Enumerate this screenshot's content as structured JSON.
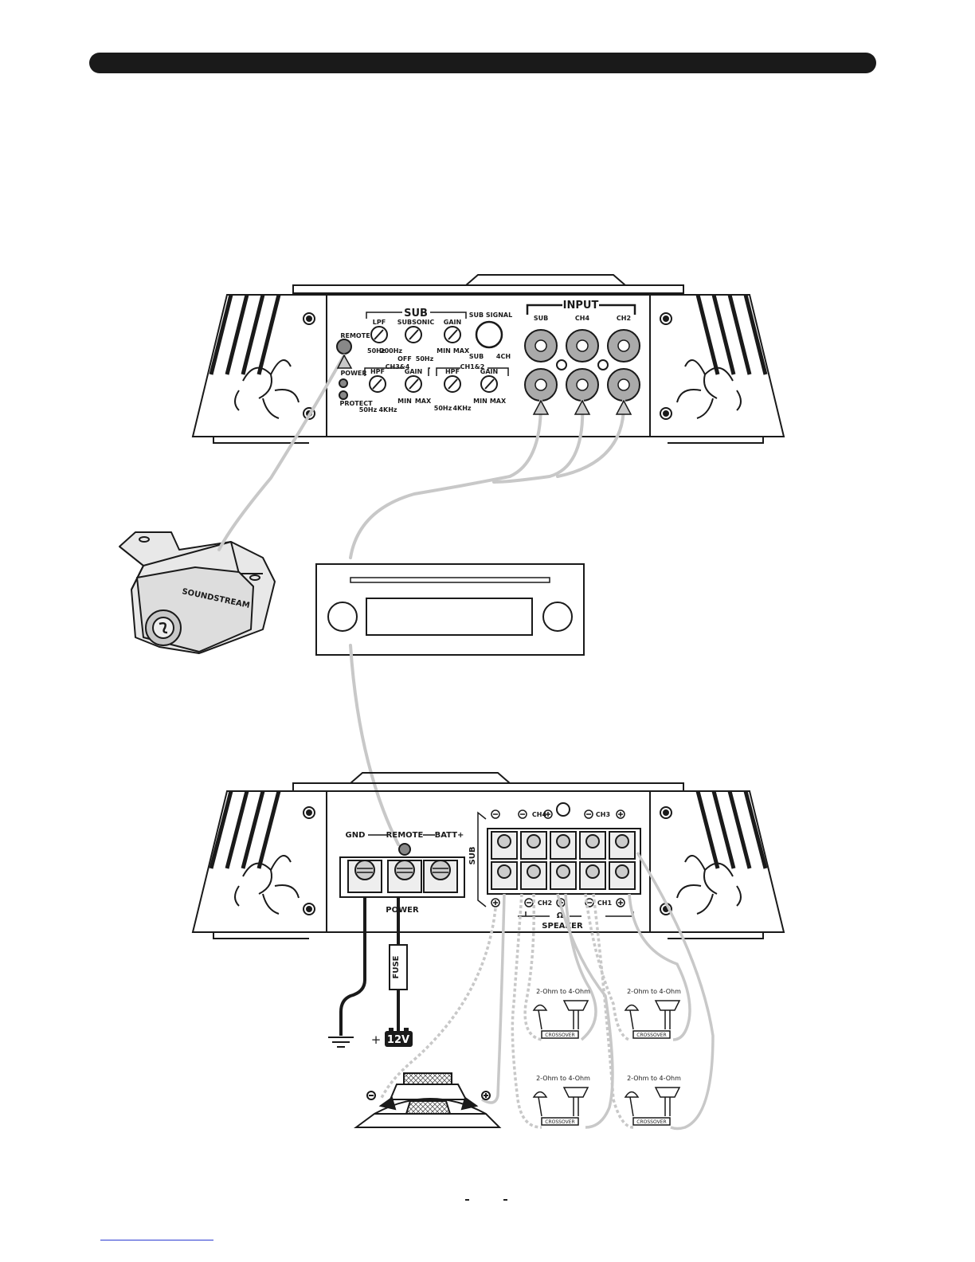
{
  "colors": {
    "line": "#1a1a1a",
    "wire": "#c8c8c8",
    "header": "#1a1a1a"
  },
  "top_amp": {
    "sub_group": "SUB",
    "lpf": "LPF",
    "lpf_min": "50Hz",
    "lpf_max": "200Hz",
    "subsonic": "SUBSONIC",
    "subsonic_off": "OFF",
    "subsonic_max": "50Hz",
    "gain": "GAIN",
    "gain_min": "MIN",
    "gain_max": "MAX",
    "sub_signal": "SUB SIGNAL",
    "sub_signal_sub": "SUB",
    "sub_signal_4ch": "4CH",
    "remote": "REMOTE",
    "power": "POWER",
    "protect": "PROTECT",
    "ch34_group": "CH3&4",
    "hpf": "HPF",
    "hpf_min": "50Hz",
    "hpf_max": "4KHz",
    "ch12_group": "CH1&2",
    "input_group": "INPUT",
    "input_sub": "SUB",
    "input_ch4": "CH4",
    "input_ch2": "CH2"
  },
  "bottom_amp": {
    "gnd": "GND",
    "remote": "REMOTE",
    "batt": "BATT+",
    "power": "POWER",
    "sub": "SUB",
    "ch4": "CH4",
    "ch3": "CH3",
    "ch2": "CH2",
    "ch1": "CH1",
    "ohm": "Ω",
    "speaker": "SPEAKER"
  },
  "remote_knob": {
    "brand": "SOUNDSTREAM"
  },
  "fuse": "FUSE",
  "battery": {
    "plus": "+",
    "label": "12V"
  },
  "speaker_groups": {
    "impedance": "2-Ohm to 4-Ohm",
    "crossover": "CROSSOVER"
  }
}
